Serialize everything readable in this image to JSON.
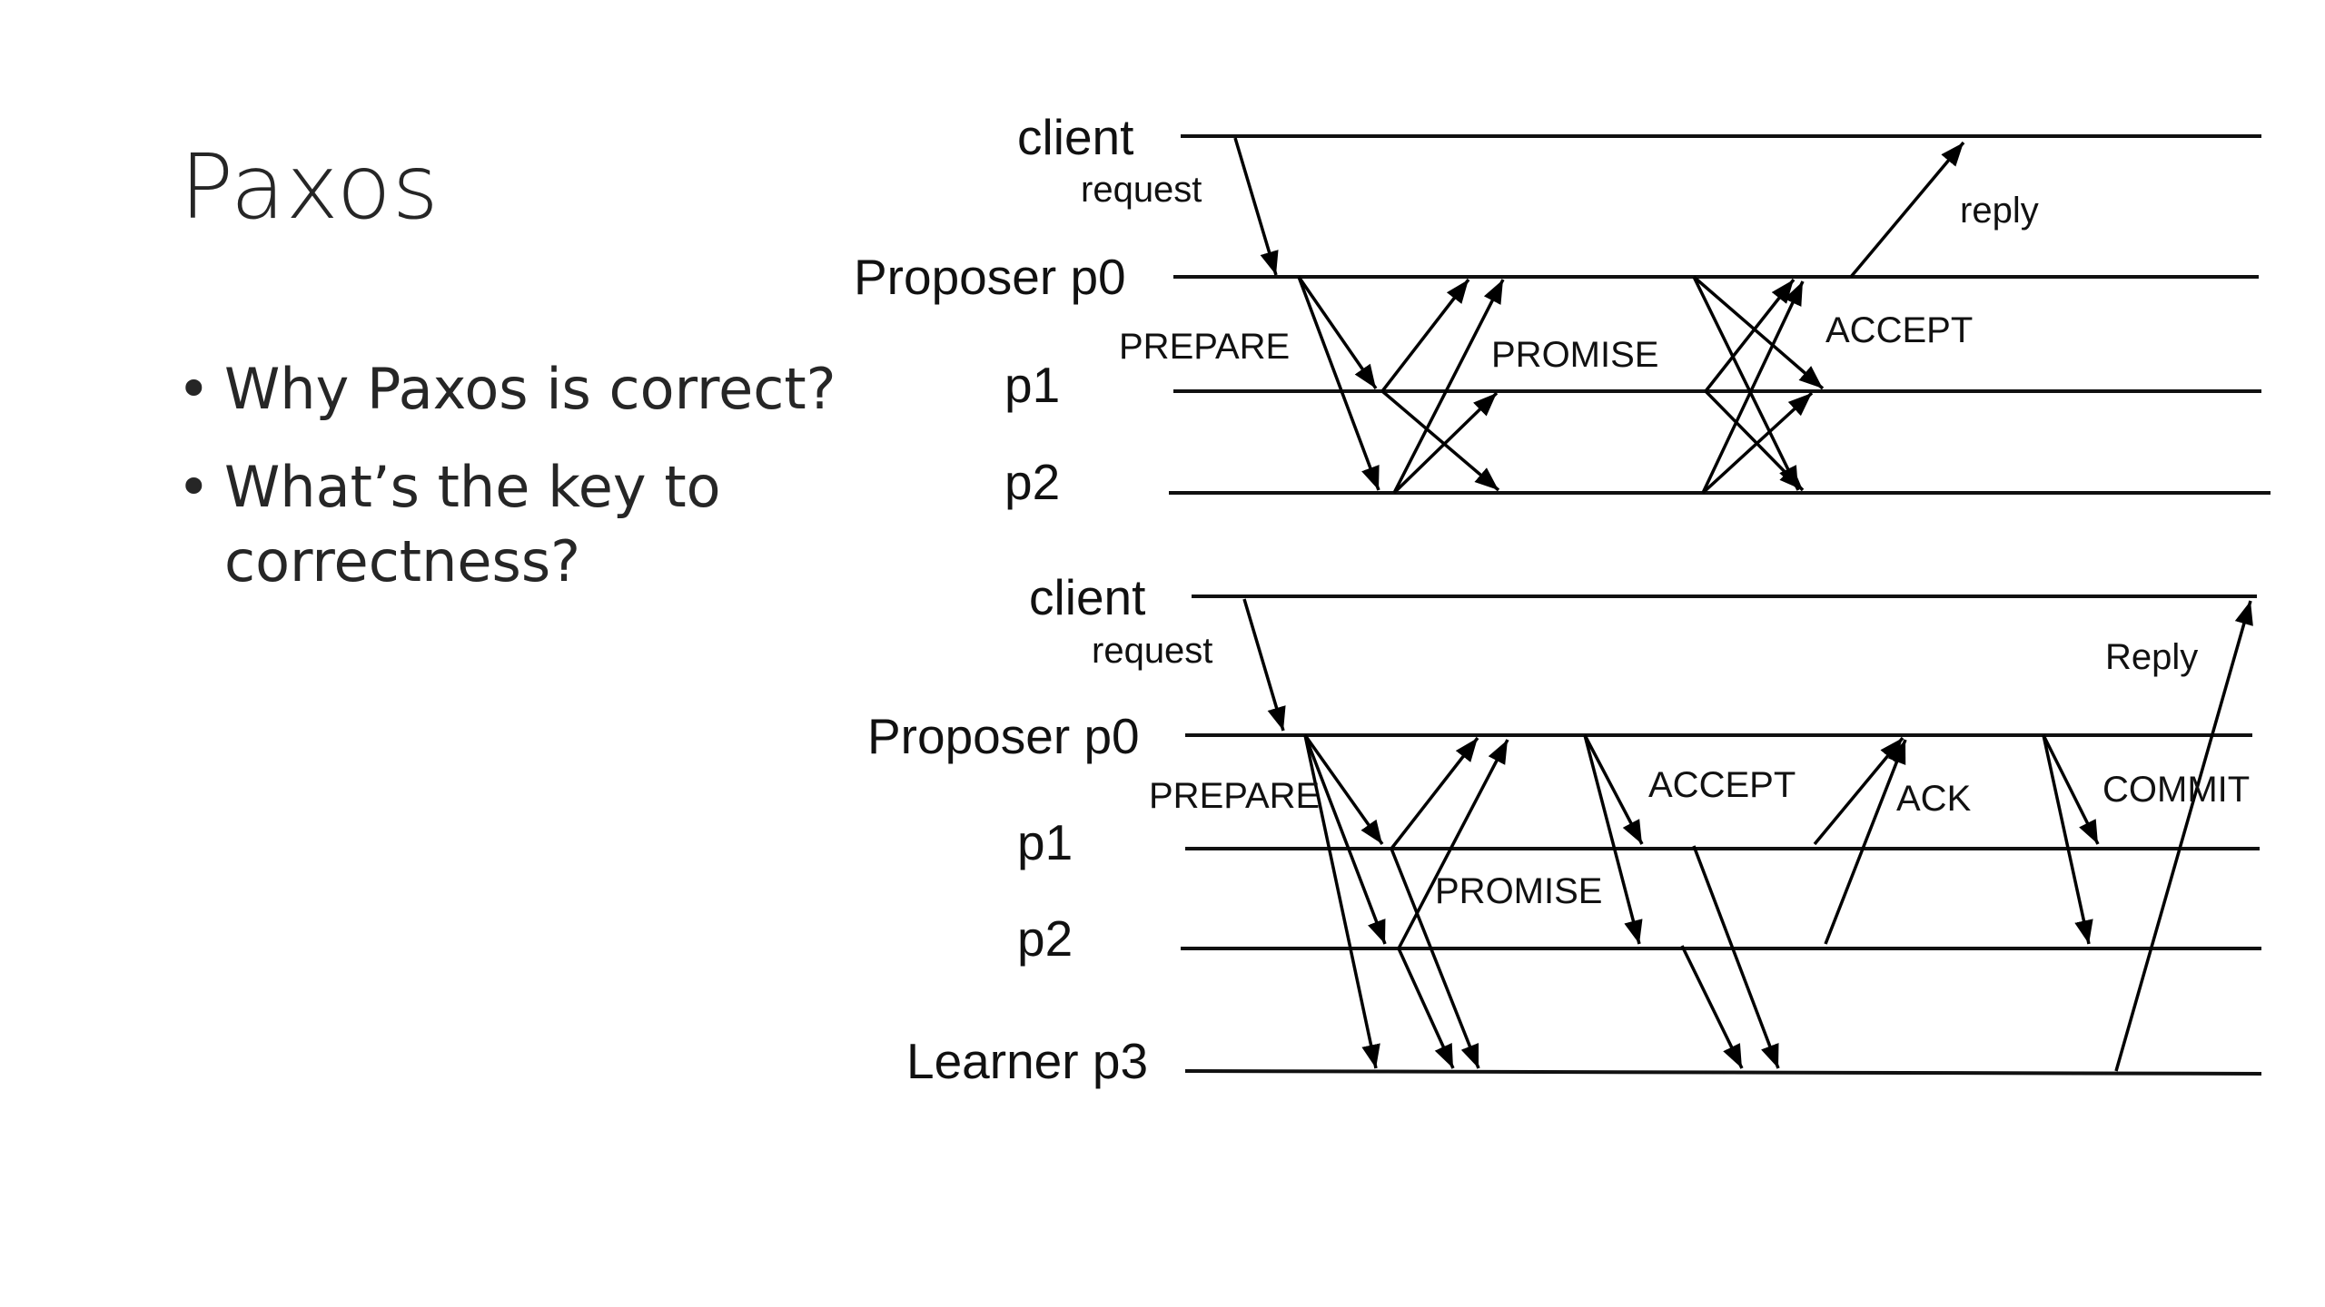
{
  "slide": {
    "title": "Paxos",
    "bullets": [
      "Why Paxos is correct?",
      "What’s the key to correctness?"
    ]
  },
  "diagram_top": {
    "nodes": [
      "client",
      "Proposer p0",
      "p1",
      "p2"
    ],
    "messages": [
      "request",
      "PREPARE",
      "PROMISE",
      "ACCEPT",
      "reply"
    ]
  },
  "diagram_bottom": {
    "nodes": [
      "client",
      "Proposer p0",
      "p1",
      "p2",
      "Learner p3"
    ],
    "messages": [
      "request",
      "PREPARE",
      "PROMISE",
      "ACCEPT",
      "ACK",
      "COMMIT",
      "Reply"
    ]
  }
}
